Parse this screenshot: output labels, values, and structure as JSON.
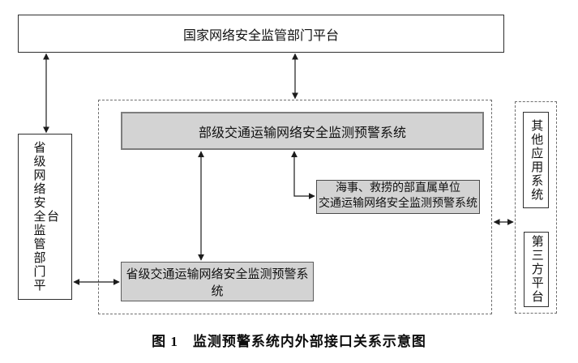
{
  "diagram": {
    "caption": "图 1　监测预警系统内外部接口关系示意图",
    "nodes": {
      "national": "国家网络安全监管部门平台",
      "provincial_regulator": "省级网络安全监管部门平台",
      "ministry_system": "部级交通运输网络安全监测预警系统",
      "maritime_line1": "海事、救捞的部直属单位",
      "maritime_line2": "交通运输网络安全监测预警系统",
      "provincial_system": "省级交通运输网络安全监测预警系统",
      "other_apps": "其他应用系统",
      "third_party": "第三方平台"
    },
    "colors": {
      "gray_fill": "#d3d3d3",
      "gray_border": "#7d7d7d",
      "line": "#1c1c1c",
      "dashed_border": "#6e6e6e"
    }
  }
}
